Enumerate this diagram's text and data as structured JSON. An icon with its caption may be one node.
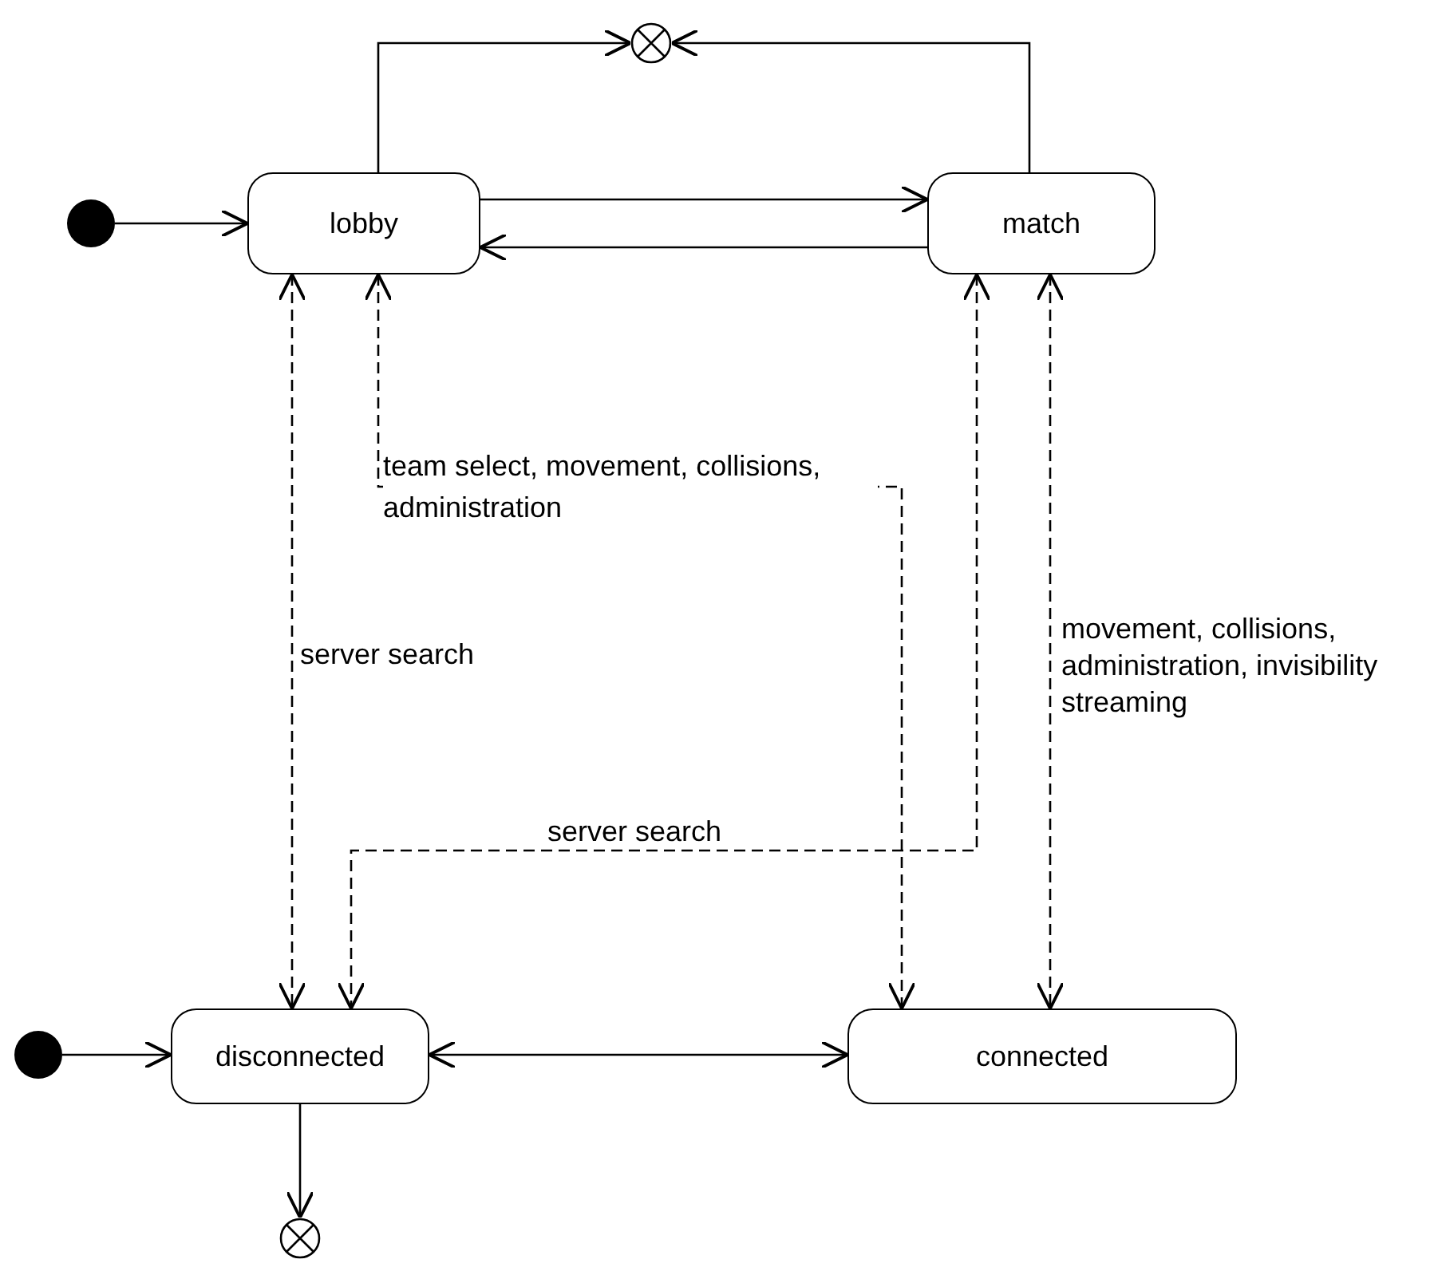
{
  "diagram": {
    "nodes": [
      {
        "text": [],
        "shape": "dot"
      },
      {
        "text": [
          "lobby"
        ]
      },
      {
        "text": [
          "match"
        ]
      },
      {
        "text": [],
        "shape": "cross"
      },
      {
        "text": [],
        "shape": "dot"
      },
      {
        "text": [
          "disconnected"
        ]
      },
      {
        "text": [
          "connected"
        ]
      },
      {
        "text": [],
        "shape": "cross"
      }
    ],
    "edges": [
      {
        "from": 0,
        "to": 1,
        "arrow": "to"
      },
      {
        "from": 1,
        "to": 2,
        "arrow": "to"
      },
      {
        "from": 2,
        "to": 1,
        "arrow": "to"
      },
      {
        "from": 1,
        "to": 3,
        "arrow": "to"
      },
      {
        "from": 2,
        "to": 3,
        "arrow": "to"
      },
      {
        "from": 1,
        "to": 5,
        "arrow": "both",
        "style": "dashed",
        "label": "server search"
      },
      {
        "from": 1,
        "to": 6,
        "arrow": "both",
        "style": "dashed",
        "label": "team select, movement, collisions, administration"
      },
      {
        "from": 2,
        "to": 5,
        "arrow": "both",
        "style": "dashed",
        "label": "server search"
      },
      {
        "from": 2,
        "to": 6,
        "arrow": "both",
        "style": "dashed",
        "label": "movement, collisions, administration, invisibility streaming"
      },
      {
        "from": 4,
        "to": 5,
        "arrow": "to"
      },
      {
        "from": 5,
        "to": 6,
        "arrow": "both"
      },
      {
        "from": 5,
        "to": 7,
        "arrow": "to"
      }
    ]
  }
}
